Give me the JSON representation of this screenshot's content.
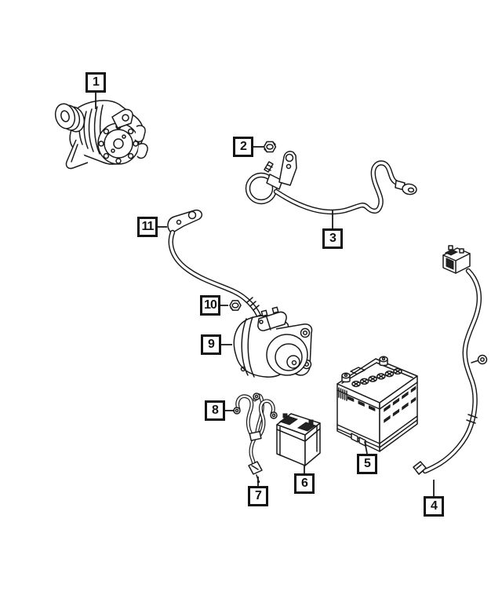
{
  "diagram": {
    "background_color": "#ffffff",
    "line_color": "#1a1a1a",
    "callout_border_color": "#141414"
  },
  "callouts": [
    {
      "label": "1"
    },
    {
      "label": "2"
    },
    {
      "label": "3"
    },
    {
      "label": "4"
    },
    {
      "label": "5"
    },
    {
      "label": "6"
    },
    {
      "label": "7"
    },
    {
      "label": "8"
    },
    {
      "label": "9"
    },
    {
      "label": "10"
    },
    {
      "label": "11"
    }
  ]
}
